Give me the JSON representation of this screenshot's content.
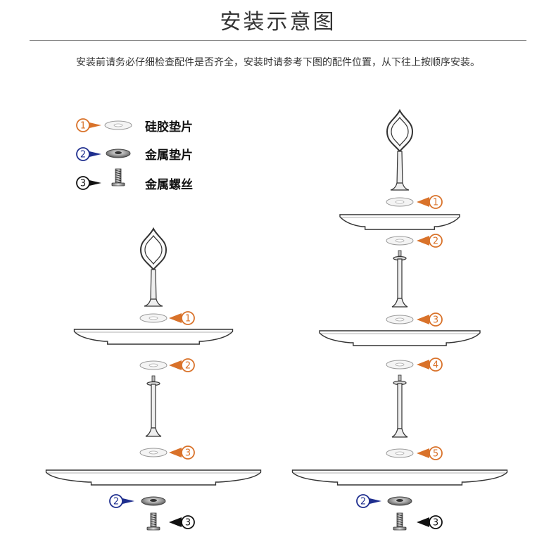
{
  "header": {
    "title": "安装示意图",
    "instruction": "安装前请务必仔细检查配件是否齐全，安装时请参考下图的配件位置，从下往上按顺序安装。"
  },
  "legend": [
    {
      "number": "1",
      "label": "硅胶垫片",
      "color": "#d9722a",
      "icon": "silicone-washer-icon"
    },
    {
      "number": "2",
      "label": "金属垫片",
      "color": "#1f2f8f",
      "icon": "metal-washer-icon"
    },
    {
      "number": "3",
      "label": "金属螺丝",
      "color": "#111111",
      "icon": "metal-screw-icon"
    }
  ],
  "colors": {
    "orange_marker": "#d9722a",
    "blue_marker": "#1f2f8f",
    "black_marker": "#111111",
    "outline": "#333333"
  },
  "two_tier_callouts": [
    "1",
    "2",
    "3",
    "2",
    "3"
  ],
  "three_tier_callouts": [
    "1",
    "2",
    "3",
    "4",
    "5",
    "2",
    "3"
  ]
}
